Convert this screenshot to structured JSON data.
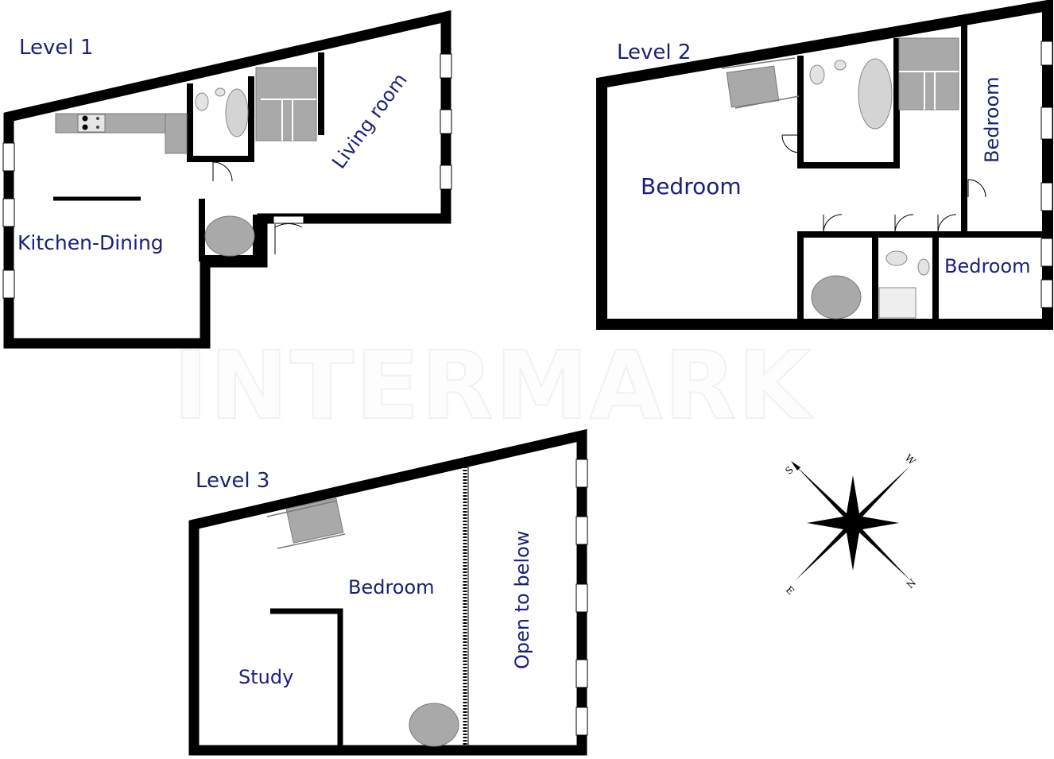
{
  "levels": [
    {
      "title": "Level 1",
      "rooms": [
        "Kitchen-Dining",
        "Living room"
      ]
    },
    {
      "title": "Level 2",
      "rooms": [
        "Bedroom",
        "Bedroom",
        "Bedroom"
      ]
    },
    {
      "title": "Level 3",
      "rooms": [
        "Bedroom",
        "Study",
        "Open to below"
      ]
    }
  ],
  "watermark": "INTERMARK",
  "compass": {
    "labels": [
      "S",
      "W",
      "N",
      "E"
    ],
    "icon": "compass-rose-icon"
  },
  "colors": {
    "label": "#1c1f7a",
    "wall": "#000000",
    "fixture": "#a9a9a9"
  }
}
